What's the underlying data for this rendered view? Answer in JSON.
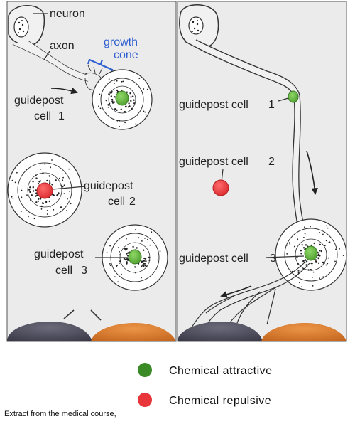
{
  "labels": {
    "neuron": "neuron",
    "axon": "axon",
    "growth_line1": "growth",
    "growth_line2": "cone",
    "left_gp1_line1": "guidepost",
    "left_gp1_line2": "cell",
    "left_gp1_num": "1",
    "left_gp2_line1": "guidepost",
    "left_gp2_line2": "cell",
    "left_gp2_num": "2",
    "left_gp3_line1": "guidepost",
    "left_gp3_line2": "cell",
    "left_gp3_num": "3",
    "right_gp1": "guidepost cell",
    "right_gp1_num": "1",
    "right_gp2": "guidepost cell",
    "right_gp2_num": "2",
    "right_gp3": "guidepost cell",
    "right_gp3_num": "3"
  },
  "legend": [
    {
      "label": "Chemical attractive",
      "color": "#3a8a26"
    },
    {
      "label": "Chemical repulsive",
      "color": "#e8363a"
    }
  ],
  "caption": "Extract from the medical course,",
  "colors": {
    "panel_bg": "#ebebeb",
    "attractive": "#6fc045",
    "repulsive": "#e8363a",
    "bottom_left": "#4a4a5c",
    "bottom_right": "#d97a2c",
    "annotation": "#2f5fd0"
  }
}
